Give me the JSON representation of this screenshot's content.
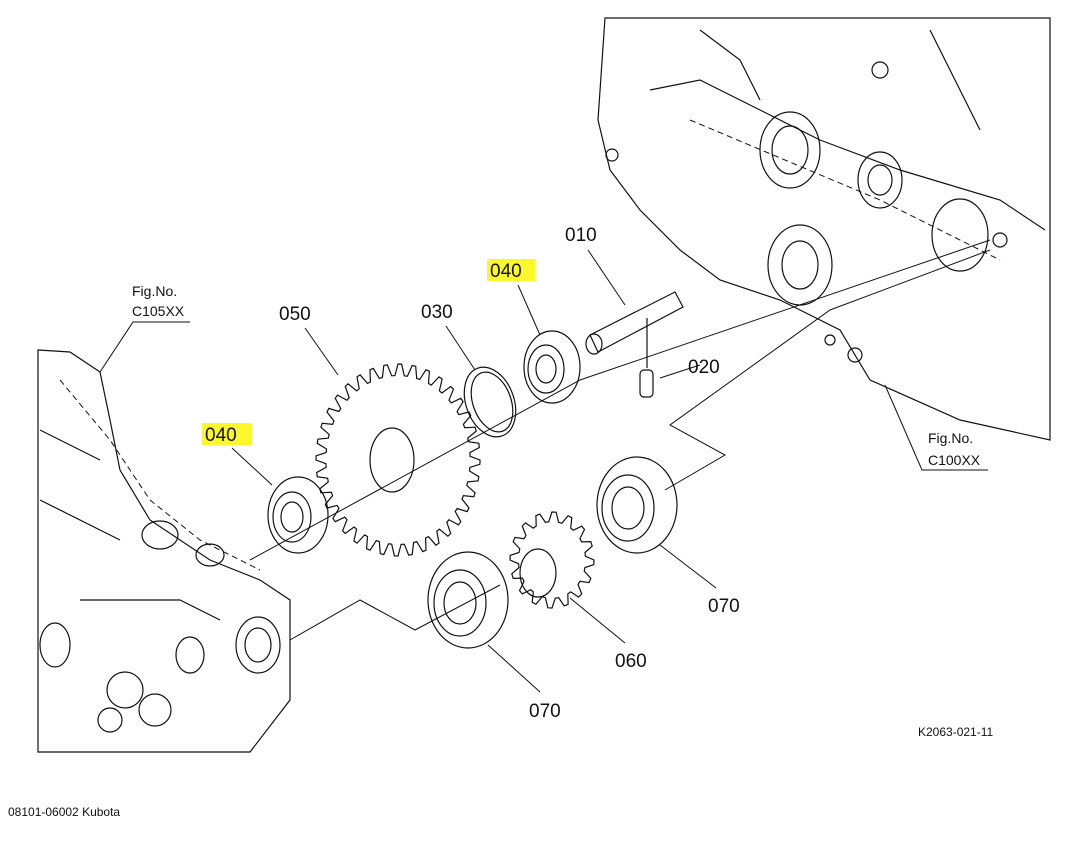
{
  "diagram": {
    "parts": [
      {
        "id": "010",
        "highlighted": false
      },
      {
        "id": "020",
        "highlighted": false
      },
      {
        "id": "030",
        "highlighted": false
      },
      {
        "id": "040",
        "highlighted": true
      },
      {
        "id": "040",
        "highlighted": true
      },
      {
        "id": "050",
        "highlighted": false
      },
      {
        "id": "060",
        "highlighted": false
      },
      {
        "id": "070",
        "highlighted": false
      },
      {
        "id": "070",
        "highlighted": false
      }
    ],
    "fig_refs": [
      {
        "label": "Fig.No.",
        "code": "C105XX"
      },
      {
        "label": "Fig.No.",
        "code": "C100XX"
      }
    ],
    "drawing_code": "K2063-021-11",
    "highlight_color": "#fbf72a"
  },
  "footer": "08101-06002 Kubota"
}
